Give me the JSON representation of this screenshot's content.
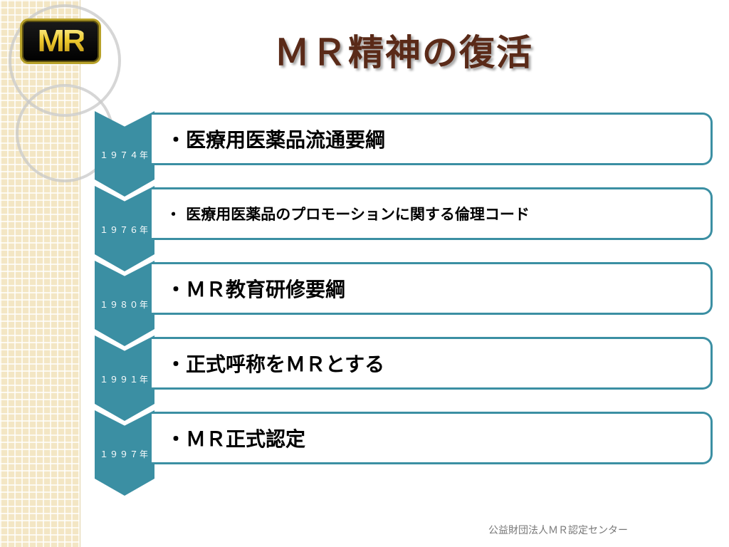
{
  "logo": {
    "text": "MR"
  },
  "title": "ＭＲ精神の復活",
  "timeline": [
    {
      "year": "１９７４年",
      "text": "・医療用医薬品流通要綱"
    },
    {
      "year": "１９７６年",
      "text": "・ 医療用医薬品のプロモーションに関する倫理コード"
    },
    {
      "year": "１９８０年",
      "text": "・ＭＲ教育研修要綱"
    },
    {
      "year": "１９９１年",
      "text": "・正式呼称をＭＲとする"
    },
    {
      "year": "１９９７年",
      "text": "・ＭＲ正式認定"
    }
  ],
  "footer": "公益財団法人ＭＲ認定センター",
  "colors": {
    "accent": "#3b8fa3",
    "title": "#5a2a18",
    "panel": "#f3e6c4"
  }
}
